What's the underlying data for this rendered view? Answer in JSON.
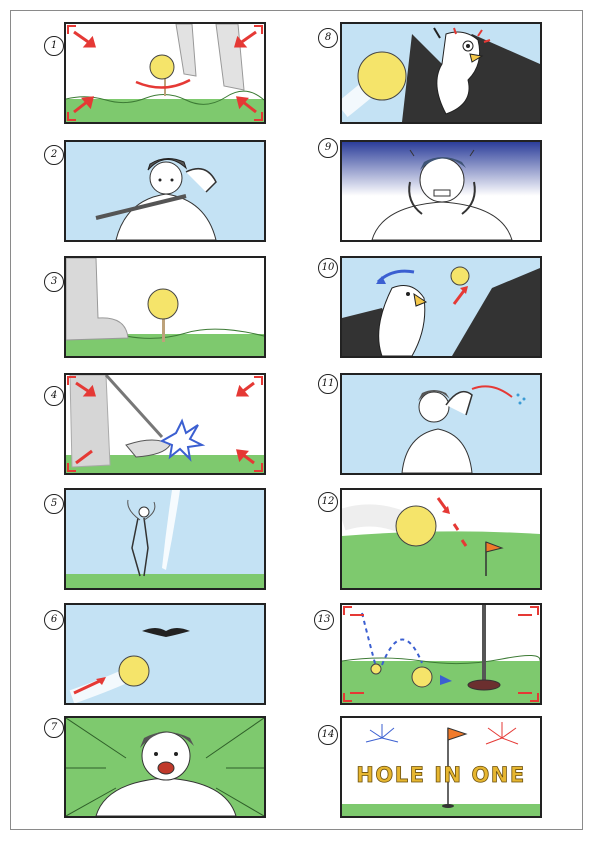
{
  "storyboard": {
    "colors": {
      "sky": "#c4e2f4",
      "grass": "#7ec96e",
      "ball": "#f5e46a",
      "arrow_red": "#e53935",
      "arrow_blue": "#3b5fd1",
      "flag": "#f07a2a",
      "title_gold": "#e6b630"
    },
    "panels": [
      {
        "number": "1",
        "scene": "ball on tee with feet, red camera-zoom arrows"
      },
      {
        "number": "2",
        "scene": "golfer with club on shoulder shading eyes"
      },
      {
        "number": "3",
        "scene": "ball on tee beside blurred shoe"
      },
      {
        "number": "4",
        "scene": "club striking ball with blue impact burst"
      },
      {
        "number": "5",
        "scene": "golfer follow-through, ball trail into sky"
      },
      {
        "number": "6",
        "scene": "ball flying toward distant eagle"
      },
      {
        "number": "7",
        "scene": "golfer shocked expression with speed lines"
      },
      {
        "number": "8",
        "scene": "eagle startled by incoming ball"
      },
      {
        "number": "9",
        "scene": "golfer holding head in panic"
      },
      {
        "number": "10",
        "scene": "eagle turns, ball deflected away"
      },
      {
        "number": "11",
        "scene": "golfer scratching head, sweating"
      },
      {
        "number": "12",
        "scene": "ball heading toward flag on green"
      },
      {
        "number": "13",
        "scene": "ball bouncing into hole by flagstick"
      },
      {
        "number": "14",
        "scene": "fireworks over flag with title text"
      }
    ],
    "title_text": "HOLE IN ONE"
  }
}
